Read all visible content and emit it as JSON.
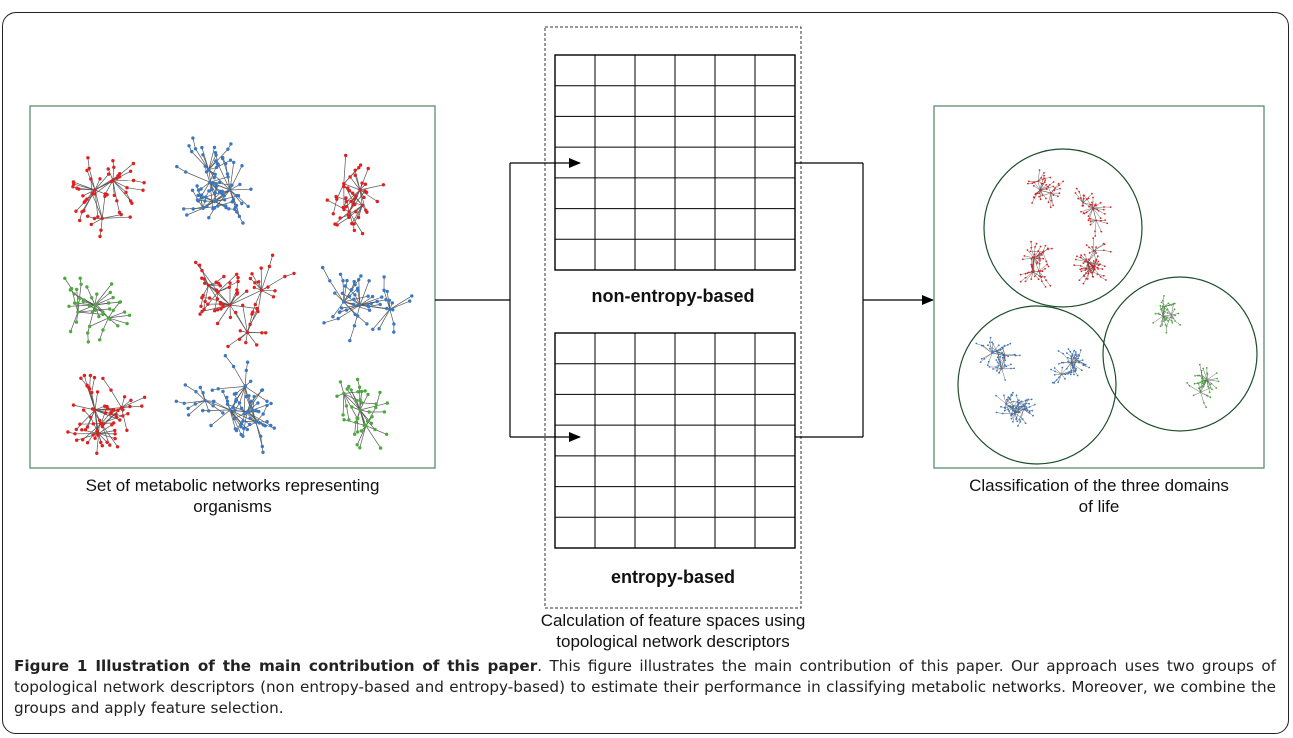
{
  "input_panel": {
    "caption_line1": "Set of metabolic networks representing",
    "caption_line2": "organisms"
  },
  "feature_panel": {
    "grid_top_label": "non-entropy-based",
    "grid_bottom_label": "entropy-based",
    "caption_line1": "Calculation of feature spaces using",
    "caption_line2": "topological network descriptors"
  },
  "output_panel": {
    "caption_line1": "Classification of the three domains",
    "caption_line2": "of life"
  },
  "figure_caption": {
    "label": "Figure 1 Illustration of the main contribution of this paper",
    "text": ". This figure illustrates the main contribution of this paper. Our approach uses two groups of topological network descriptors (non entropy-based and entropy-based) to estimate their performance in classifying metabolic networks. Moreover, we combine the groups and apply feature selection."
  },
  "colors": {
    "red": "#e02020",
    "blue": "#3a78c2",
    "green": "#4caa3c",
    "edge": "#555555",
    "panel_border": "#5a8f6a"
  },
  "networks": [
    "red",
    "blue",
    "red",
    "green",
    "red",
    "blue",
    "red",
    "blue",
    "green"
  ],
  "clusters": [
    {
      "color": "red",
      "count": 4
    },
    {
      "color": "blue",
      "count": 3
    },
    {
      "color": "green",
      "count": 2
    }
  ]
}
